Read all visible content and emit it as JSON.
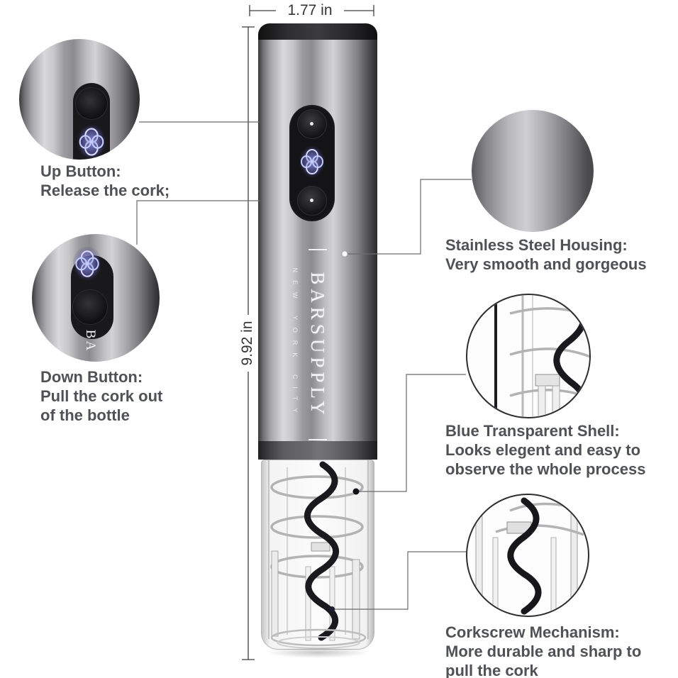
{
  "dimensions": {
    "width": "1.77 in",
    "height": "9.92 in"
  },
  "brand": {
    "name": "BARSUPPLY",
    "city": "NEW YORK CITY",
    "partial": "BA"
  },
  "callouts": [
    {
      "id": "up-button",
      "title": "Up Button:",
      "lines": [
        "Release the cork;"
      ]
    },
    {
      "id": "down-button",
      "title": "Down Button:",
      "lines": [
        "Pull the cork out",
        "of the bottle"
      ]
    },
    {
      "id": "stainless-housing",
      "title": "Stainless Steel Housing:",
      "lines": [
        "Very smooth and gorgeous"
      ]
    },
    {
      "id": "transparent-shell",
      "title": "Blue Transparent Shell:",
      "lines": [
        "Looks elegent and easy to",
        "observe the whole process"
      ]
    },
    {
      "id": "corkscrew-mechanism",
      "title": "Corkscrew Mechanism:",
      "lines": [
        "More durable and sharp to",
        "pull the cork"
      ]
    }
  ],
  "colors": {
    "metal_light": "#d9d9db",
    "metal_dark": "#2b2b2d",
    "cap": "#141416",
    "led_glow": "#9ba5ff",
    "text": "#4f5154",
    "leader_line": "#6b6b6b",
    "dimension_line": "#3f3f3f",
    "spiral": "#1a1a1e",
    "coil": "#b3b3b3"
  },
  "icons": {
    "led_emblem": "led-power-icon",
    "button_dot": "button-center-dot"
  }
}
